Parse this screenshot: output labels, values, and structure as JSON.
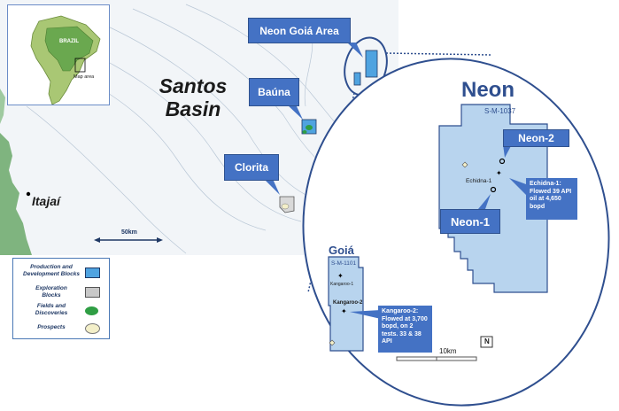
{
  "labels": {
    "basin": "Santos Basin",
    "city": "Itajaí",
    "scale_main": "50km",
    "scale_inset": "10km",
    "north": "N"
  },
  "inset_south_america": {
    "country": "BRAZIL",
    "map_area": "Map area"
  },
  "callouts": {
    "neon_goia_area": "Neon Goiá Area",
    "bauna": "Baúna",
    "clorita": "Clorita",
    "neon_2": "Neon-2",
    "neon_1": "Neon-1"
  },
  "blocks": {
    "neon": {
      "name": "Neon",
      "code": "S-M-1037"
    },
    "goia": {
      "name": "Goiá",
      "code": "S-M-1101"
    }
  },
  "wells": {
    "echidna": "Echidna-1",
    "kangaroo1": "Kangaroo-1",
    "kangaroo2": "Kangaroo-2"
  },
  "notes": {
    "echidna": "Echidna-1: Flowed 39 API oil at 4,650 bopd",
    "kangaroo": "Kangaroo-2: Flowed at 3,700 bopd, on 2 tests. 33 & 38 API"
  },
  "legend": [
    {
      "label": "Production and Development Blocks",
      "color": "#4fa3e0",
      "shape": "square"
    },
    {
      "label": "Exploration Blocks",
      "color": "#c8c8c8",
      "shape": "square"
    },
    {
      "label": "Fields and Discoveries",
      "color": "#2f9e44",
      "shape": "ellipse"
    },
    {
      "label": "Prospects",
      "color": "#f3efc9",
      "shape": "ellipse"
    }
  ],
  "colors": {
    "accent": "#4472c4",
    "block_fill": "#b8d4ee",
    "outline": "#2f4f8f"
  }
}
